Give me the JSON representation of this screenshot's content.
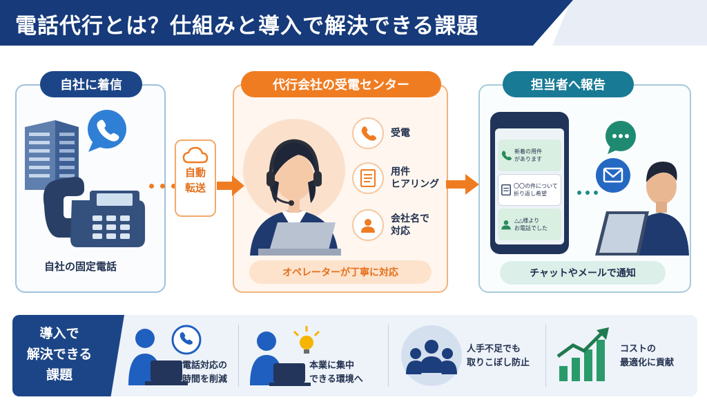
{
  "header": {
    "title": "電話代行とは？仕組みと導入で解決できる課題"
  },
  "colors": {
    "navy": "#163a7a",
    "orange": "#f07c22",
    "teal": "#197a95",
    "green": "#2a9a6a"
  },
  "left_panel": {
    "label": "自社に着信",
    "caption": "自社の固定電話"
  },
  "flow": {
    "transfer_line1": "自動",
    "transfer_line2": "転送"
  },
  "center_panel": {
    "label": "代行会社の受電センター",
    "items": [
      {
        "icon": "phone-icon",
        "line1": "受電",
        "line2": ""
      },
      {
        "icon": "document-icon",
        "line1": "用件",
        "line2": "ヒアリング"
      },
      {
        "icon": "person-icon",
        "line1": "会社名で",
        "line2": "対応"
      }
    ],
    "footer": "オペレーターが丁寧に対応"
  },
  "right_panel": {
    "label": "担当者へ報告",
    "messages": [
      {
        "icon": "phone-icon",
        "line1": "新着の用件",
        "line2": "があります"
      },
      {
        "icon": "document-icon",
        "line1": "〇〇の件について",
        "line2": "折り返し希望"
      },
      {
        "icon": "person-icon",
        "line1": "△△様より",
        "line2": "お電話でした"
      }
    ],
    "footer": "チャットやメールで通知"
  },
  "bottom": {
    "label": "導入で\n解決できる\n課題",
    "items": [
      {
        "line1": "電話対応の",
        "line2": "時間を削減"
      },
      {
        "line1": "本業に集中",
        "line2": "できる環境へ"
      },
      {
        "line1": "人手不足でも",
        "line2": "取りこぼし防止"
      },
      {
        "line1": "コストの",
        "line2": "最適化に貢献"
      }
    ]
  }
}
